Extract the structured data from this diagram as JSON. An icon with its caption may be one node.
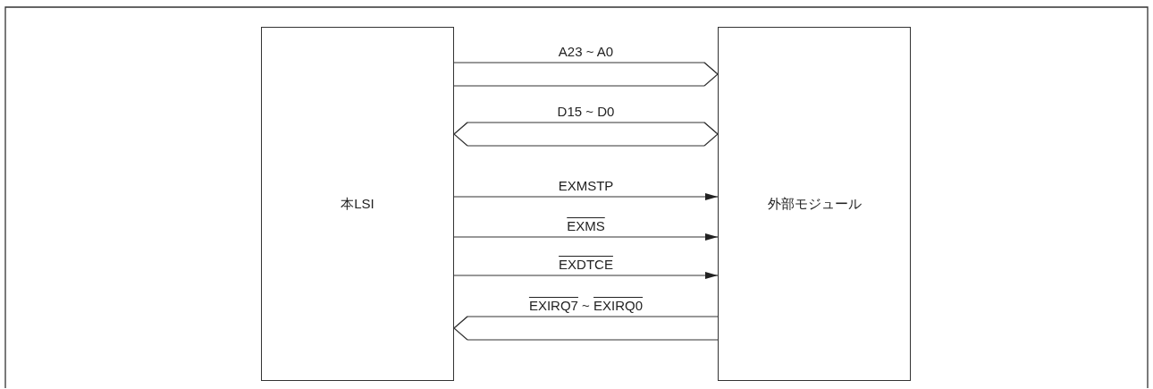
{
  "diagram": {
    "nodes": [
      {
        "text": [
          "本LSI"
        ]
      },
      {
        "text": [
          "外部モジュール"
        ]
      }
    ],
    "edges": [
      {
        "from": 0,
        "to": 1,
        "arrow": "to",
        "label": "A23 ~ A0"
      },
      {
        "from": 0,
        "to": 1,
        "arrow": "both",
        "label": "D15 ~ D0"
      },
      {
        "from": 0,
        "to": 1,
        "arrow": "to",
        "label": "EXMSTP"
      },
      {
        "from": 0,
        "to": 1,
        "arrow": "to",
        "label": "EXMS"
      },
      {
        "from": 0,
        "to": 1,
        "arrow": "to",
        "label": "EXDTCE"
      },
      {
        "from": 1,
        "to": 0,
        "arrow": "to",
        "label": "EXIRQ7 ~ EXIRQ0"
      }
    ]
  }
}
